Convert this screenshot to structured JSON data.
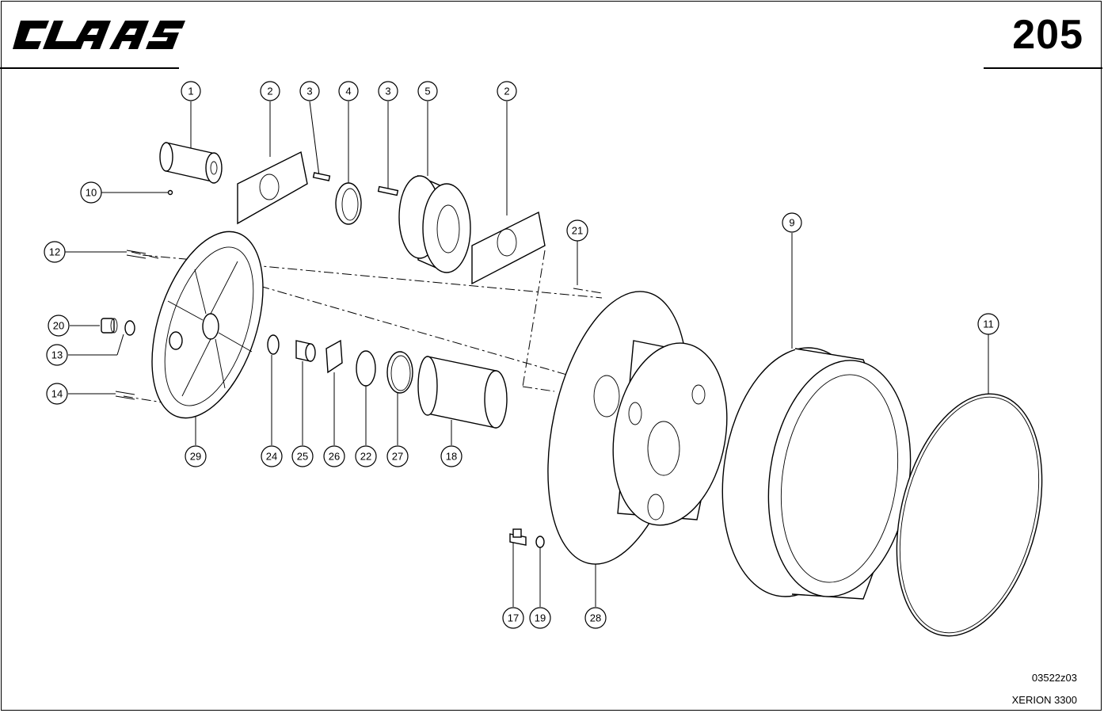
{
  "header": {
    "brand": "CLAAS",
    "page_number": "205"
  },
  "footer": {
    "drawing_code": "03522z03",
    "model": "XERION 3300"
  },
  "callouts": [
    {
      "id": "c1",
      "label": "1"
    },
    {
      "id": "c2a",
      "label": "2"
    },
    {
      "id": "c3a",
      "label": "3"
    },
    {
      "id": "c4",
      "label": "4"
    },
    {
      "id": "c3b",
      "label": "3"
    },
    {
      "id": "c5",
      "label": "5"
    },
    {
      "id": "c2b",
      "label": "2"
    },
    {
      "id": "c10",
      "label": "10"
    },
    {
      "id": "c12",
      "label": "12"
    },
    {
      "id": "c20",
      "label": "20"
    },
    {
      "id": "c13",
      "label": "13"
    },
    {
      "id": "c14",
      "label": "14"
    },
    {
      "id": "c21",
      "label": "21"
    },
    {
      "id": "c9",
      "label": "9"
    },
    {
      "id": "c11",
      "label": "11"
    },
    {
      "id": "c29",
      "label": "29"
    },
    {
      "id": "c24",
      "label": "24"
    },
    {
      "id": "c25",
      "label": "25"
    },
    {
      "id": "c26",
      "label": "26"
    },
    {
      "id": "c22",
      "label": "22"
    },
    {
      "id": "c27",
      "label": "27"
    },
    {
      "id": "c18",
      "label": "18"
    },
    {
      "id": "c17",
      "label": "17"
    },
    {
      "id": "c19",
      "label": "19"
    },
    {
      "id": "c28",
      "label": "28"
    }
  ]
}
